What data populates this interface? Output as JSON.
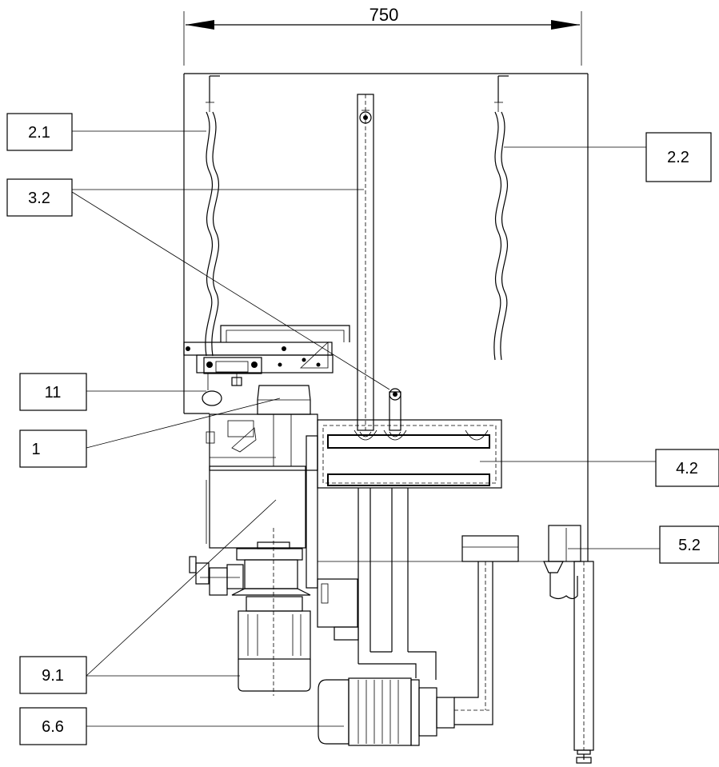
{
  "dimension": {
    "value": "750"
  },
  "callouts": [
    {
      "id": "c21",
      "label": "2.1"
    },
    {
      "id": "c32",
      "label": "3.2"
    },
    {
      "id": "c11",
      "label": "11"
    },
    {
      "id": "c1",
      "label": "1"
    },
    {
      "id": "c91",
      "label": "9.1"
    },
    {
      "id": "c66",
      "label": "6.6"
    },
    {
      "id": "c22",
      "label": "2.2"
    },
    {
      "id": "c42",
      "label": "4.2"
    },
    {
      "id": "c52",
      "label": "5.2"
    }
  ]
}
